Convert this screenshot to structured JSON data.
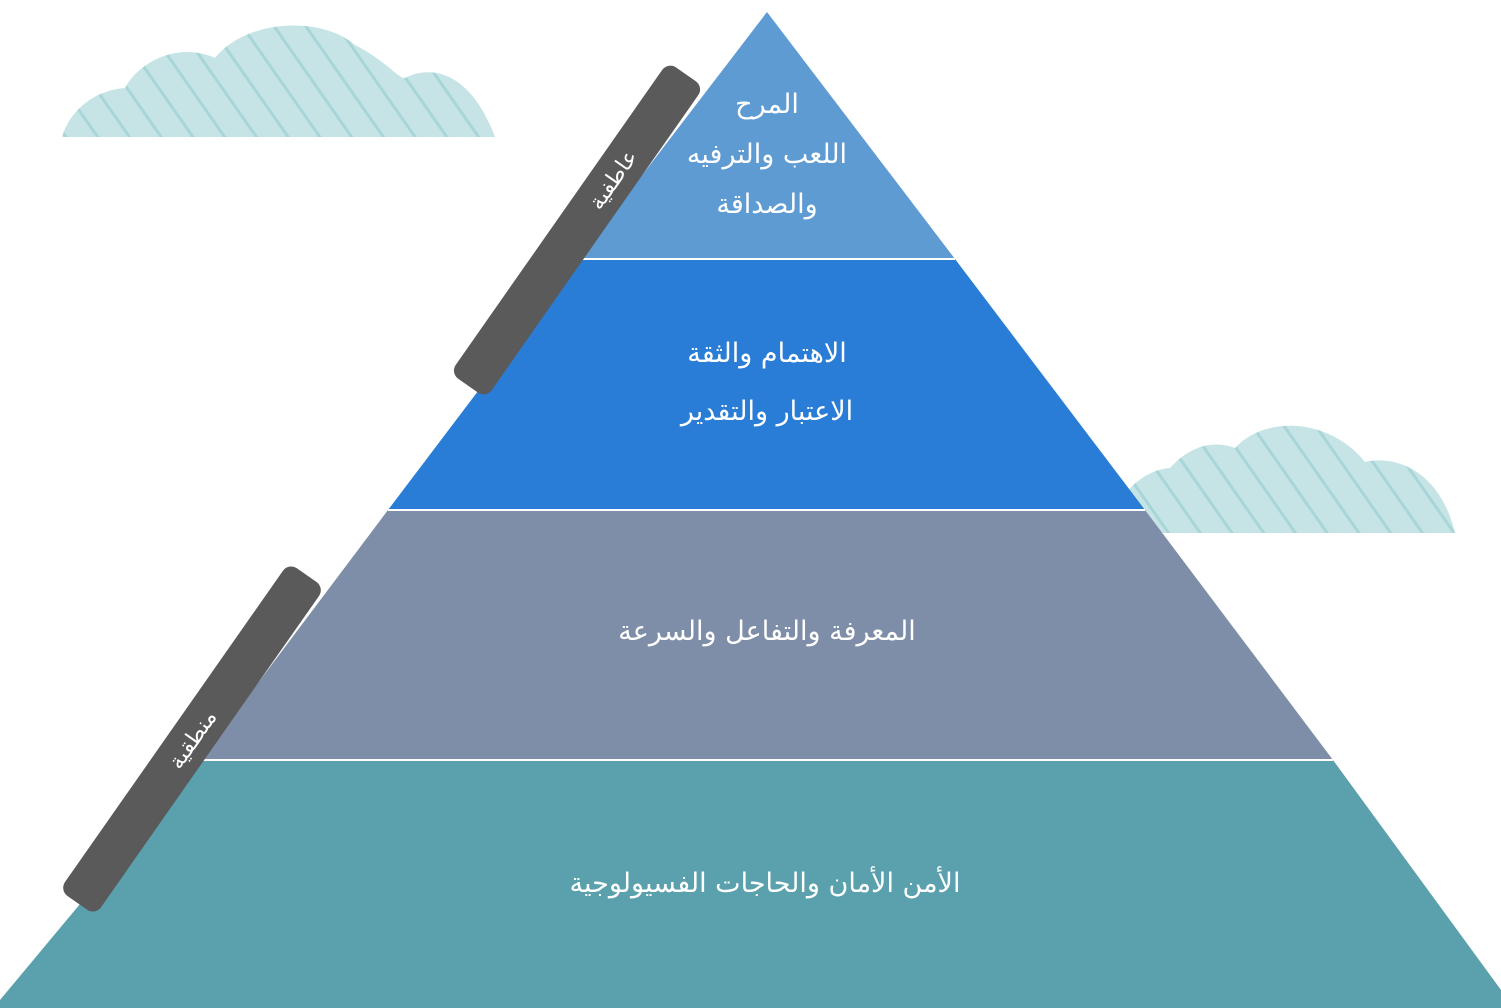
{
  "diagram": {
    "levels": [
      {
        "id": "top",
        "lines": [
          "المرح",
          "اللعب والترفيه",
          "والصداقة"
        ],
        "color": "#5f9bd3"
      },
      {
        "id": "upper-middle",
        "lines": [
          "الاهتمام والثقة",
          "الاعتبار والتقدير"
        ],
        "color": "#2a7dd6"
      },
      {
        "id": "lower-middle",
        "lines": [
          "المعرفة والتفاعل والسرعة"
        ],
        "color": "#7f8ea8"
      },
      {
        "id": "base",
        "lines": [
          "الأمن الأمان والحاجات الفسيولوجية"
        ],
        "color": "#5aa1ad"
      }
    ],
    "side_labels": {
      "emotional": "عاطفية",
      "logical": "منطقية"
    },
    "colors": {
      "side_bar": "#5a5a5a",
      "cloud": "#c6e4e6",
      "cloud_stripe": "#a8d6d8",
      "divider": "#ffffff"
    }
  }
}
